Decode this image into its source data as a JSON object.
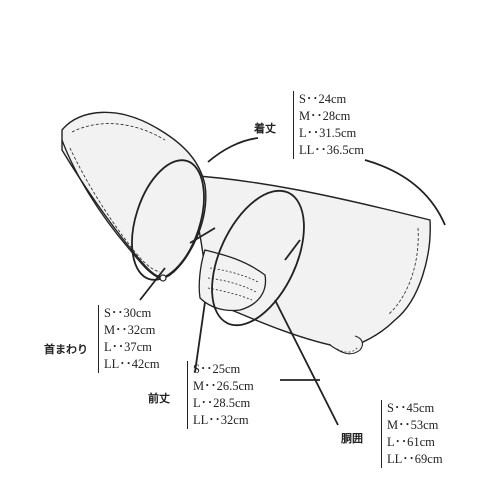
{
  "measurements": {
    "length": {
      "label": "着丈",
      "sizes": [
        "S･･24cm",
        "M･･28cm",
        "L･･31.5cm",
        "LL･･36.5cm"
      ]
    },
    "neck": {
      "label": "首まわり",
      "sizes": [
        "S･･30cm",
        "M･･32cm",
        "L･･37cm",
        "LL･･42cm"
      ]
    },
    "front_length": {
      "label": "前丈",
      "sizes": [
        "S･･25cm",
        "M･･26.5cm",
        "L･･28.5cm",
        "LL･･32cm"
      ]
    },
    "chest": {
      "label": "胴囲",
      "sizes": [
        "S･･45cm",
        "M･･53cm",
        "L･･61cm",
        "LL･･69cm"
      ]
    }
  },
  "colors": {
    "line": "#222222",
    "garment_fill": "#f2f2f2",
    "background": "#ffffff"
  }
}
